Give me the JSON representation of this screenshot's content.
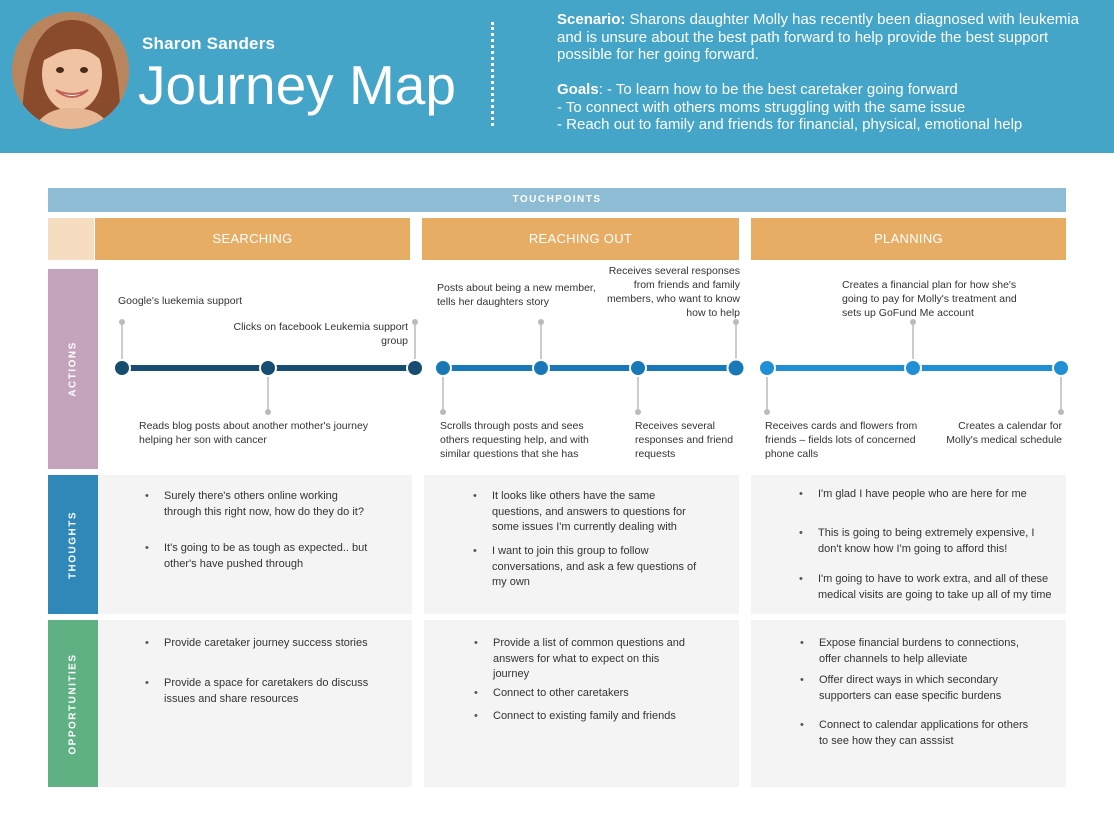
{
  "header": {
    "name": "Sharon Sanders",
    "title": "Journey Map",
    "scenario_label": "Scenario:",
    "scenario_text": " Sharons daughter Molly has recently been diagnosed with leukemia and is unsure about the best path forward to help provide the best support possible for her going forward.",
    "goals_label": "Goals",
    "goals": [
      ": - To learn how to be the best caretaker going forward",
      "- To connect with others moms struggling with the same issue",
      "- Reach out to family and friends for financial, physical, emotional help"
    ]
  },
  "touchpoints_label": "TOUCHPOINTS",
  "phases": [
    "SEARCHING",
    "REACHING OUT",
    "PLANNING"
  ],
  "row_labels": {
    "actions": "ACTIONS",
    "thoughts": "THOUGHTS",
    "opportunities": "OPPORTUNITIES"
  },
  "actions": {
    "searching": [
      "Google's luekemia support",
      "Clicks on facebook Leukemia support group",
      "Reads blog posts about another mother's journey helping her son with cancer"
    ],
    "reaching_out": [
      "Posts about being a new member, tells her daughters story",
      "Receives several responses from friends and family members, who want to know how to help",
      "Scrolls through posts and sees others requesting help, and with similar questions that she has",
      "Receives several responses and friend requests"
    ],
    "planning": [
      "Creates a financial plan for how she's going to pay for Molly's treatment and sets up GoFund Me account",
      "Receives cards and flowers from friends – fields lots of concerned phone calls",
      "Creates  a calendar for Molly's medical schedule"
    ]
  },
  "thoughts": {
    "searching": [
      "Surely there's others online working through this right now, how do they do it?",
      "It's going to be as tough as expected.. but other's have pushed through"
    ],
    "reaching_out": [
      "It looks like others have the same questions, and answers to questions for some issues I'm currently dealing with",
      "I want to join this group to follow conversations, and ask a few questions of my own"
    ],
    "planning": [
      "I'm glad I have people who are here for me",
      "This is going to being extremely expensive, I don't know how I'm going to afford this!",
      "I'm going to have to work extra, and all of these medical visits are going to take up all of my time"
    ]
  },
  "opportunities": {
    "searching": [
      "Provide caretaker journey success stories",
      "Provide a space for caretakers do discuss issues and share resources"
    ],
    "reaching_out": [
      "Provide a list of common questions and answers for what to expect on this journey",
      "Connect to other caretakers",
      "Connect to existing family and friends"
    ],
    "planning": [
      "Expose financial burdens to connections, offer channels to help alleviate",
      "Offer direct ways in which secondary supporters can ease specific burdens",
      "Connect to calendar applications for others to see how they can asssist"
    ]
  },
  "colors": {
    "header": "#44a5c9",
    "touchpoints": "#8dbcd4",
    "phase": "#e8ad65",
    "actions_label": "#c4a3bd",
    "thoughts_label": "#2f88b7",
    "opportunities_label": "#5fb183",
    "timeline_searching": "#174d70",
    "timeline_reaching_out": "#1878b8",
    "timeline_planning": "#1f8fd6"
  }
}
